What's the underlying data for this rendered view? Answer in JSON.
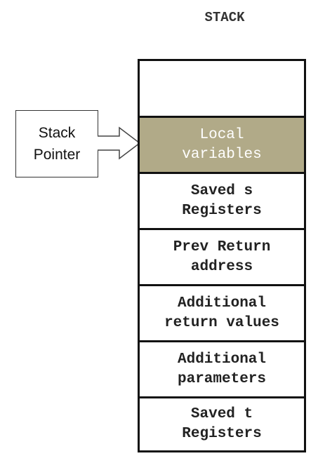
{
  "title": "STACK",
  "pointer": {
    "line1": "Stack",
    "line2": "Pointer"
  },
  "stack_cells": [
    {
      "line1": "",
      "line2": "",
      "highlighted": false
    },
    {
      "line1": "Local",
      "line2": "variables",
      "highlighted": true
    },
    {
      "line1": "Saved s",
      "line2": "Registers",
      "highlighted": false
    },
    {
      "line1": "Prev Return",
      "line2": "address",
      "highlighted": false
    },
    {
      "line1": "Additional",
      "line2": "return values",
      "highlighted": false
    },
    {
      "line1": "Additional",
      "line2": "parameters",
      "highlighted": false
    },
    {
      "line1": "Saved t",
      "line2": "Registers",
      "highlighted": false
    }
  ],
  "colors": {
    "highlight": "#b1aa88",
    "border": "#111111"
  }
}
